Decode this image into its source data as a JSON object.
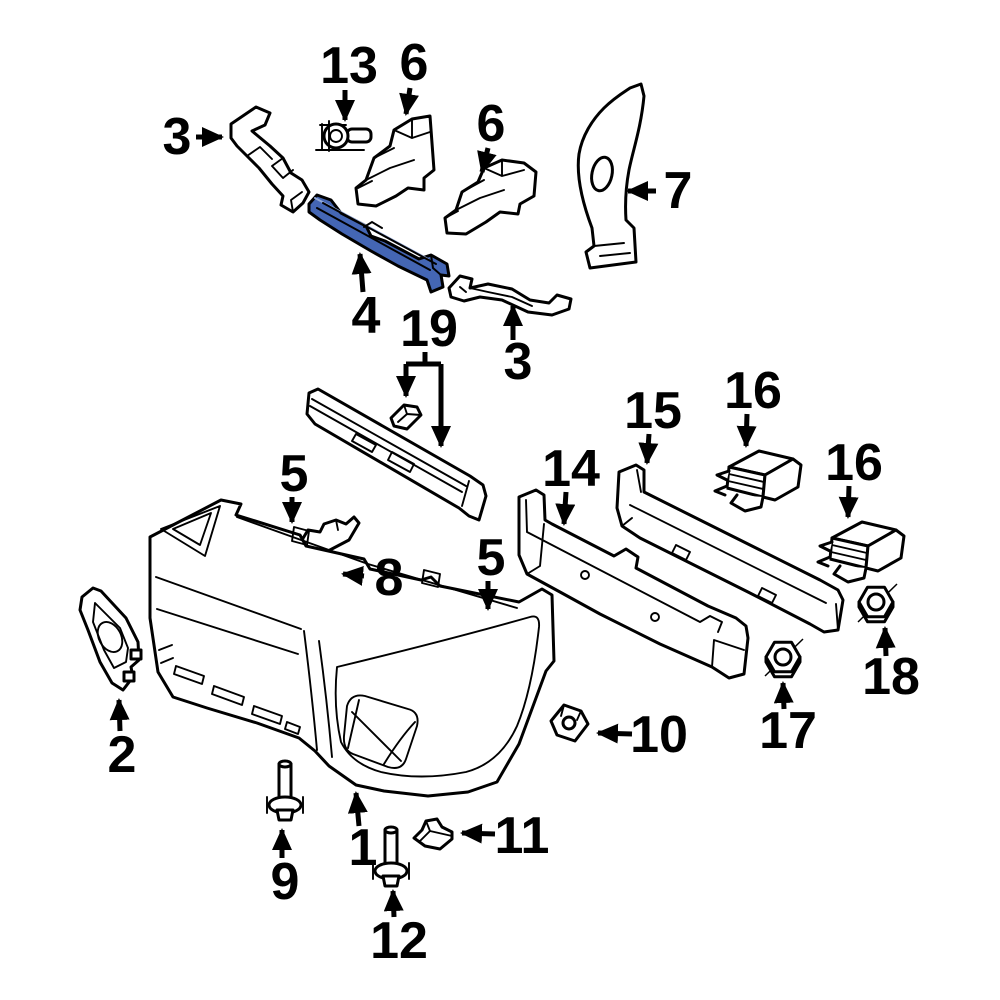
{
  "diagram": {
    "background_color": "#ffffff",
    "line_color": "#000000",
    "highlight_color": "#4466b4",
    "highlighted_label": "4"
  },
  "callouts": [
    {
      "label": "3",
      "arrow": "right"
    },
    {
      "label": "13",
      "arrow": "down"
    },
    {
      "label": "6",
      "arrow": "down"
    },
    {
      "label": "6",
      "arrow": "down"
    },
    {
      "label": "7",
      "arrow": "left"
    },
    {
      "label": "4",
      "arrow": "up"
    },
    {
      "label": "19",
      "arrow": "double-down"
    },
    {
      "label": "3",
      "arrow": "up"
    },
    {
      "label": "5",
      "arrow": "down"
    },
    {
      "label": "8",
      "arrow": "left"
    },
    {
      "label": "5",
      "arrow": "down"
    },
    {
      "label": "14",
      "arrow": "down"
    },
    {
      "label": "15",
      "arrow": "down"
    },
    {
      "label": "16",
      "arrow": "down"
    },
    {
      "label": "16",
      "arrow": "down"
    },
    {
      "label": "18",
      "arrow": "up"
    },
    {
      "label": "17",
      "arrow": "up"
    },
    {
      "label": "10",
      "arrow": "left"
    },
    {
      "label": "2",
      "arrow": "up"
    },
    {
      "label": "9",
      "arrow": "up"
    },
    {
      "label": "1",
      "arrow": "up"
    },
    {
      "label": "12",
      "arrow": "up"
    },
    {
      "label": "11",
      "arrow": "left"
    }
  ]
}
